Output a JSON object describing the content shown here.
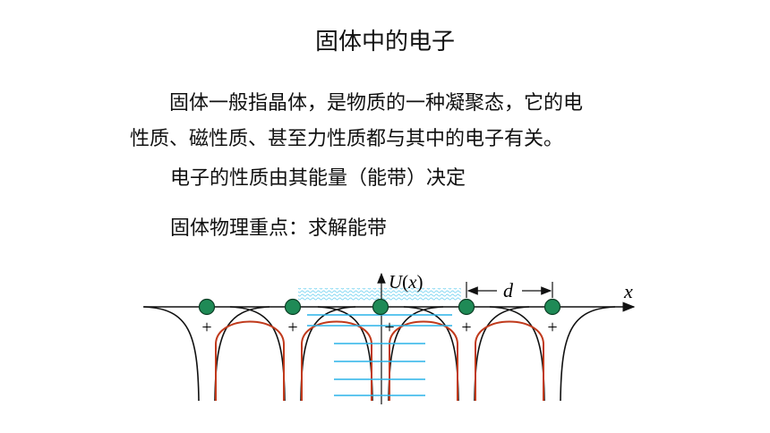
{
  "slide": {
    "title": "固体中的电子",
    "paragraph_line1": "固体一般指晶体，是物质的一种凝聚态，它的电",
    "paragraph_line2": "性质、磁性质、甚至力性质都与其中的电子有关。",
    "point1": "电子的性质由其能量（能带）决定",
    "point2": "固体物理重点：求解能带"
  },
  "diagram": {
    "axis_y_label": "U",
    "axis_y_paren_open": "(",
    "axis_y_arg": "x",
    "axis_y_paren_close": ")",
    "axis_x_label": "x",
    "spacing_label": "d",
    "ion_charge_label": "+",
    "ion_count": 5,
    "energy_level_count": 6,
    "colors": {
      "ion_fill": "#1f8a56",
      "inner_curve": "#c0391b",
      "outer_curve": "#111111",
      "energy_level": "#2ab4e8",
      "electron_cloud": "#7fd6f2"
    }
  }
}
